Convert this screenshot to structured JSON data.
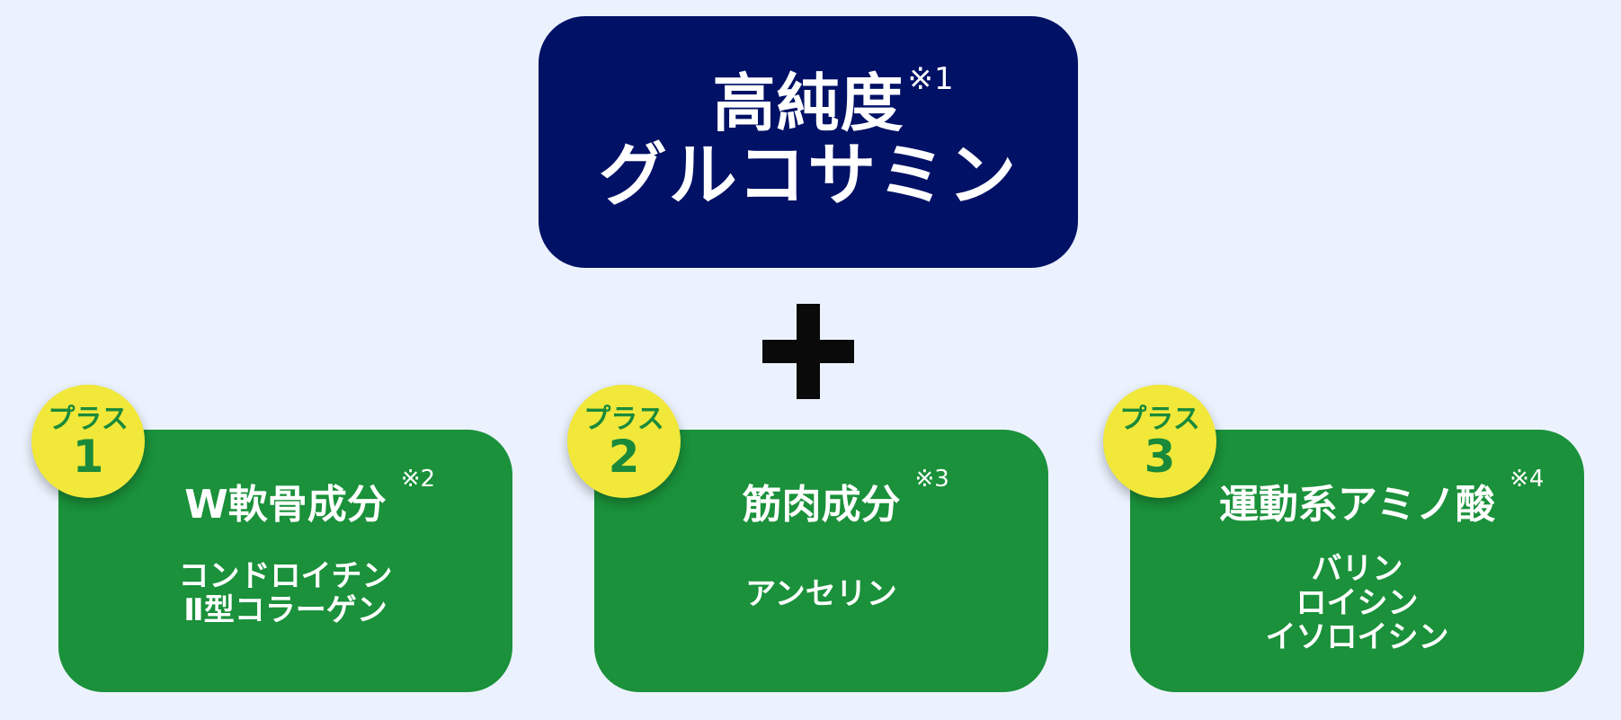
{
  "main_product": {
    "line1": "高純度",
    "note": "※1",
    "line2": "グルコサミン"
  },
  "plus_symbol": "plus-icon",
  "cards": [
    {
      "badge_label": "プラス",
      "badge_number": "1",
      "heading": "W軟骨成分",
      "note": "※2",
      "items": [
        "コンドロイチン",
        "Ⅱ型コラーゲン"
      ]
    },
    {
      "badge_label": "プラス",
      "badge_number": "2",
      "heading": "筋肉成分",
      "note": "※3",
      "items": [
        "アンセリン"
      ]
    },
    {
      "badge_label": "プラス",
      "badge_number": "3",
      "heading": "運動系アミノ酸",
      "note": "※4",
      "items": [
        "バリン",
        "ロイシン",
        "イソロイシン"
      ]
    }
  ],
  "colors": {
    "background": "#ebf2fd",
    "navy": "#001166",
    "green": "#1a913a",
    "badge_yellow": "#f1e83a",
    "badge_text": "#1a8a3a"
  }
}
